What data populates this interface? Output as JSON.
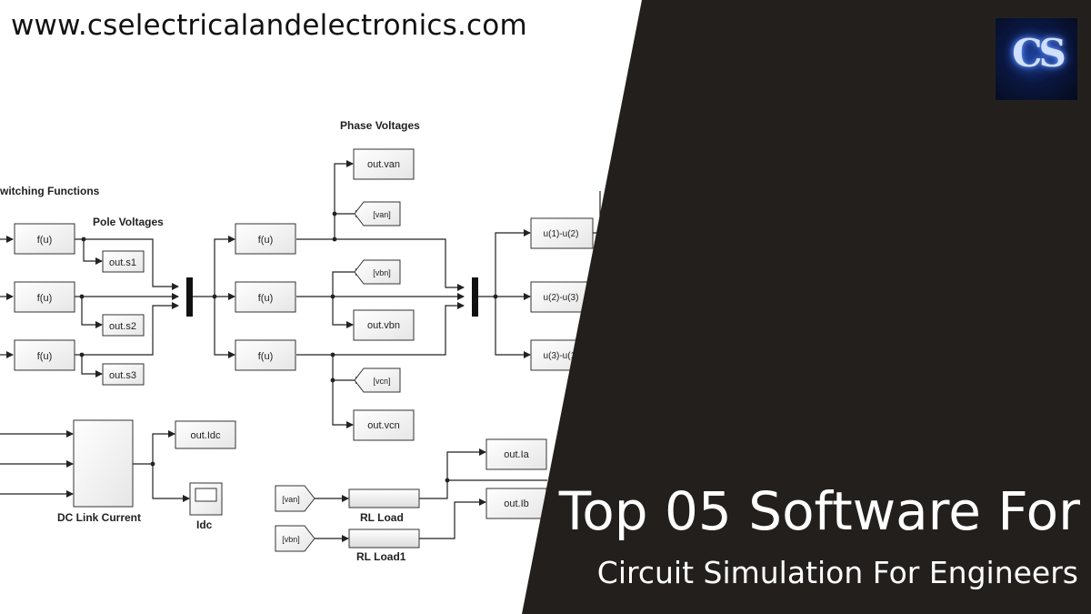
{
  "site": {
    "url": "www.cselectricalandelectronics.com"
  },
  "banner": {
    "headline": "Top 05 Software For",
    "subline": "Circuit Simulation For Engineers",
    "panel_color": "#231f1d",
    "text_color": "#ffffff"
  },
  "logo": {
    "text": "CS",
    "icon": "cs-logo-icon"
  },
  "diagram": {
    "labels": {
      "phase_voltages": "Phase Voltages",
      "switching_functions": "witching Functions",
      "pole_voltages": "Pole Voltages",
      "dc_link_current": "DC Link Current",
      "idc": "Idc",
      "rl_load": "RL Load",
      "rl_load1": "RL Load1"
    },
    "fu_label": "f(u)",
    "outputs": {
      "s1": "out.s1",
      "s2": "out.s2",
      "s3": "out.s3",
      "van": "out.van",
      "vbn": "out.vbn",
      "vcn": "out.vcn",
      "idc": "out.Idc",
      "ia": "out.Ia",
      "ib": "out.Ib"
    },
    "gotos": {
      "van": "[van]",
      "vbn": "[vbn]",
      "vcn": "[vcn]"
    },
    "diffs": {
      "d12": "u(1)-u(2)",
      "d23": "u(2)-u(3)",
      "d31": "u(3)-u(1)"
    }
  }
}
